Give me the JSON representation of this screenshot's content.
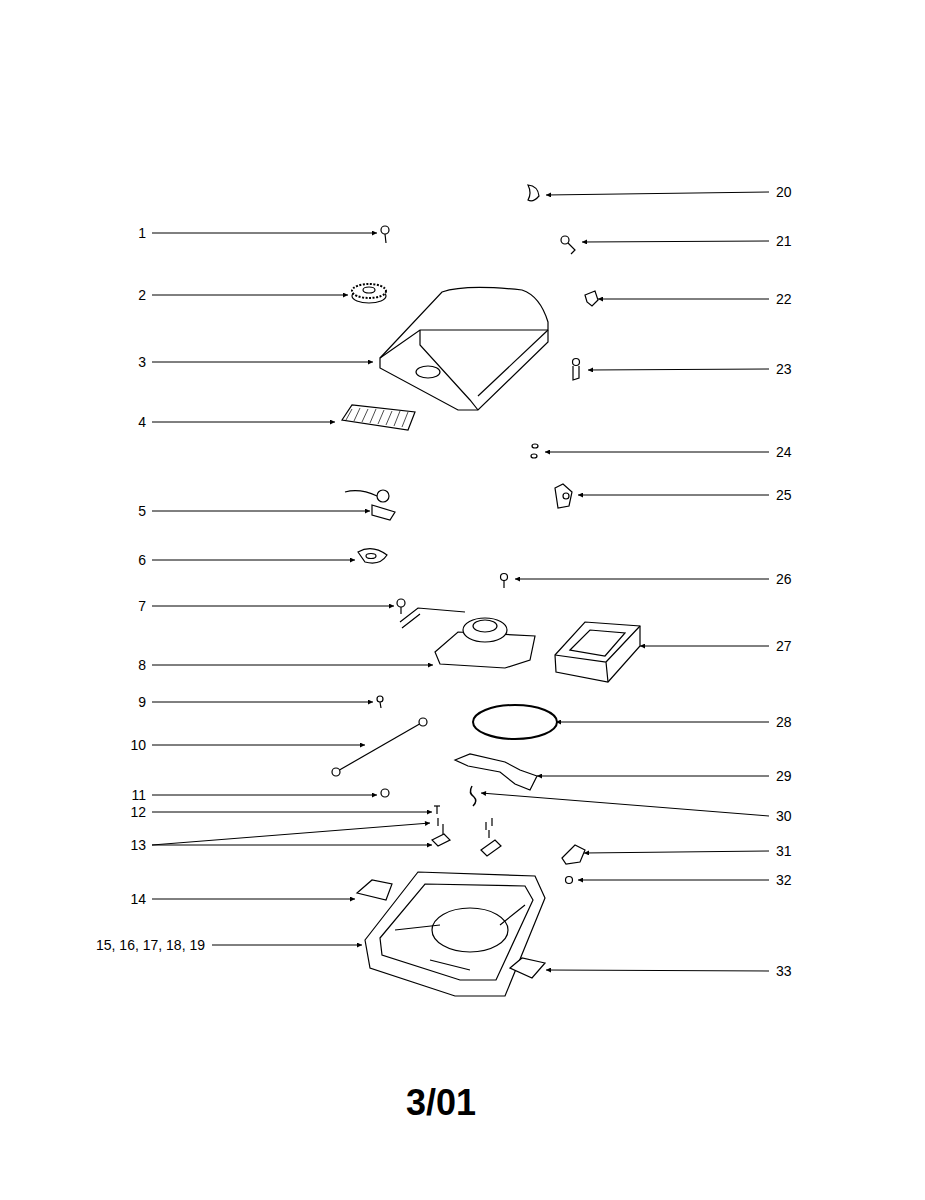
{
  "diagram": {
    "labels": [
      "1",
      "2",
      "3",
      "4",
      "5",
      "6",
      "7",
      "8",
      "9",
      "10",
      "11",
      "12",
      "13",
      "14",
      "15, 16, 17, 18, 19",
      "20",
      "21",
      "22",
      "23",
      "24",
      "25",
      "26",
      "27",
      "28",
      "29",
      "30",
      "31",
      "32",
      "33",
      "3/01"
    ]
  }
}
